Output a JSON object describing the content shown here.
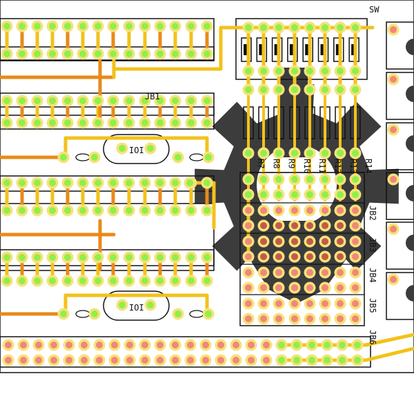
{
  "board": {
    "colors": {
      "background": "#ffffff",
      "outline": "#111111",
      "trace_yellow": "#f2c21b",
      "trace_orange": "#e88a1a",
      "pad_ring": "#f6e27a",
      "pad_green": "#8ef04a",
      "pad_red": "#f08878",
      "gear": "#3c3c3c"
    },
    "labels": {
      "switch": "SW",
      "jb1": "JB1",
      "ic_marking": "IOI",
      "resistors": [
        "R7",
        "R8",
        "R9",
        "R10",
        "R11",
        "R12",
        "R13",
        "R14"
      ],
      "jumper_blocks": [
        "JB2",
        "JB3",
        "JB4",
        "JB5",
        "JB6"
      ]
    }
  }
}
